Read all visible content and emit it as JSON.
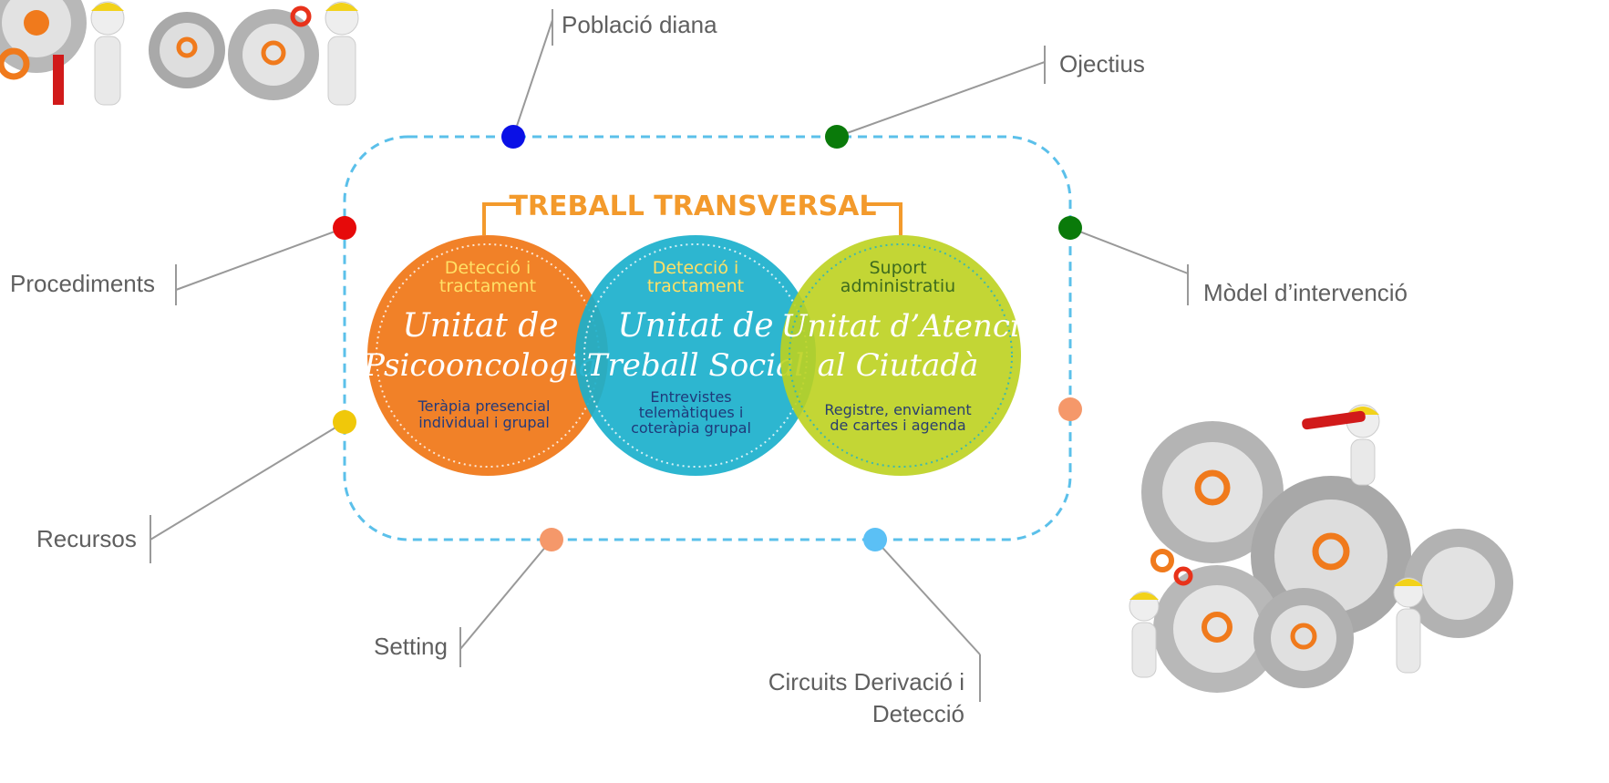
{
  "diagram": {
    "header": "TREBALL TRANSVERSAL",
    "units": [
      {
        "role": "Detecció i tractament",
        "role_line1": "Detecció i",
        "role_line2": "tractament",
        "name_line1": "Unitat de",
        "name_line2": "Psicooncologia",
        "detail_line1": "Teràpia presencial",
        "detail_line2": "individual i grupal",
        "detail_line3": "",
        "color": "#f07a1c",
        "role_color": "#ffe066",
        "detail_color": "#243a7a"
      },
      {
        "role": "Detecció i tractament",
        "role_line1": "Detecció i",
        "role_line2": "tractament",
        "name_line1": "Unitat de",
        "name_line2": "Treball Social",
        "detail_line1": "Entrevistes",
        "detail_line2": "telemàtiques i",
        "detail_line3": "coteràpia grupal",
        "color": "#1bb0cc",
        "role_color": "#ffe066",
        "detail_color": "#1f3a7a"
      },
      {
        "role": "Suport administratiu",
        "role_line1": "Suport",
        "role_line2": "administratiu",
        "name_line1": "Unitat d’Atenció",
        "name_line2": "al Ciutadà",
        "detail_line1": "Registre, enviament",
        "detail_line2": "de cartes i agenda",
        "detail_line3": "",
        "color": "#bcd21f",
        "role_color": "#3d6b1e",
        "detail_color": "#2a3e6e"
      }
    ]
  },
  "callouts": {
    "poblacio_diana": "Població diana",
    "ojectius": "Ojectius",
    "procediments": "Procediments",
    "model_intervencio": "Mòdel d’intervenció",
    "recursos": "Recursos",
    "setting": "Setting",
    "circuits_line1": "Circuits Derivació i",
    "circuits_line2": "Detecció"
  },
  "colors": {
    "frame": "#5bc0ea",
    "header": "#f39a2c",
    "poblacio_dot": "#0a10e6",
    "ojectius_dot": "#0a7a0a",
    "procediments_dot": "#e60a0a",
    "model_dot": "#0a7a0a",
    "recursos_dot": "#f0c80a",
    "right_lower_dot": "#f5986a",
    "setting_dot": "#f5986a",
    "circuits_dot": "#5bc0f5",
    "leader_line": "#999999",
    "callout_text": "#5f5f5f"
  },
  "images": {
    "top_left": "workers-with-gears-illustration",
    "bottom_right": "workers-with-gears-illustration"
  }
}
